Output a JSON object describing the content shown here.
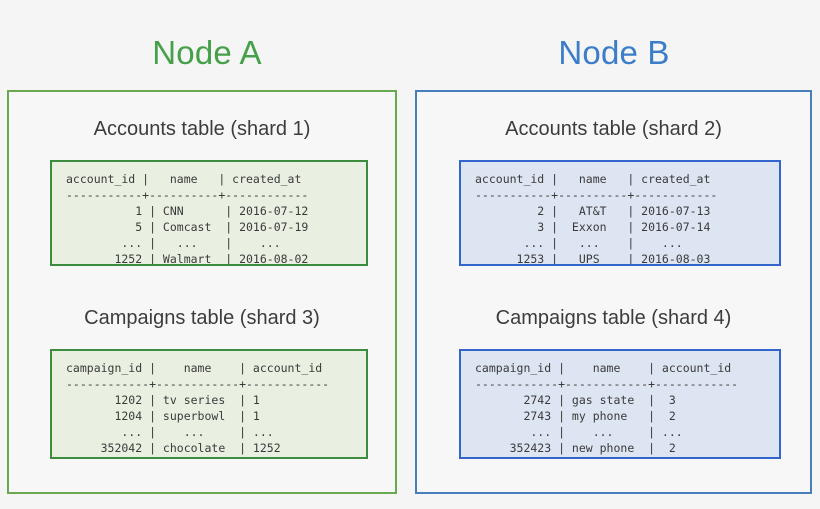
{
  "nodes": [
    {
      "title": "Node A",
      "color": "#45a049",
      "border_color": "#6aa84f",
      "tables": [
        {
          "heading": "Accounts table (shard 1)",
          "box_border": "#3c8c40",
          "box_fill": "#e9f0e1",
          "columns": [
            "account_id",
            "name",
            "created_at"
          ],
          "header_line": "account_id |   name   | created_at",
          "divider_line": "-----------+----------+------------",
          "rows": [
            "          1 | CNN      | 2016-07-12",
            "          5 | Comcast  | 2016-07-19",
            "        ... |   ...    |    ...",
            "       1252 | Walmart  | 2016-08-02"
          ],
          "data": [
            {
              "account_id": "1",
              "name": "CNN",
              "created_at": "2016-07-12"
            },
            {
              "account_id": "5",
              "name": "Comcast",
              "created_at": "2016-07-19"
            },
            {
              "account_id": "...",
              "name": "...",
              "created_at": "..."
            },
            {
              "account_id": "1252",
              "name": "Walmart",
              "created_at": "2016-08-02"
            }
          ]
        },
        {
          "heading": "Campaigns table (shard 3)",
          "box_border": "#3c8c40",
          "box_fill": "#e9f0e1",
          "columns": [
            "campaign_id",
            "name",
            "account_id"
          ],
          "header_line": "campaign_id |    name    | account_id",
          "divider_line": "------------+------------+------------",
          "rows": [
            "       1202 | tv series  | 1",
            "       1204 | superbowl  | 1",
            "        ... |    ...     | ...",
            "     352042 | chocolate  | 1252"
          ],
          "data": [
            {
              "campaign_id": "1202",
              "name": "tv series",
              "account_id": "1"
            },
            {
              "campaign_id": "1204",
              "name": "superbowl",
              "account_id": "1"
            },
            {
              "campaign_id": "...",
              "name": "...",
              "account_id": "..."
            },
            {
              "campaign_id": "352042",
              "name": "chocolate",
              "account_id": "1252"
            }
          ]
        }
      ]
    },
    {
      "title": "Node B",
      "color": "#3b7dc9",
      "border_color": "#4a7ebb",
      "tables": [
        {
          "heading": "Accounts table (shard 2)",
          "box_border": "#3366cc",
          "box_fill": "#dde5f2",
          "columns": [
            "account_id",
            "name",
            "created_at"
          ],
          "header_line": "account_id |   name   | created_at",
          "divider_line": "-----------+----------+------------",
          "rows": [
            "         2 |   AT&T   | 2016-07-13",
            "         3 |  Exxon   | 2016-07-14",
            "       ... |   ...    |    ...",
            "      1253 |   UPS    | 2016-08-03"
          ],
          "data": [
            {
              "account_id": "2",
              "name": "AT&T",
              "created_at": "2016-07-13"
            },
            {
              "account_id": "3",
              "name": "Exxon",
              "created_at": "2016-07-14"
            },
            {
              "account_id": "...",
              "name": "...",
              "created_at": "..."
            },
            {
              "account_id": "1253",
              "name": "UPS",
              "created_at": "2016-08-03"
            }
          ]
        },
        {
          "heading": "Campaigns table (shard 4)",
          "box_border": "#3366cc",
          "box_fill": "#dde5f2",
          "columns": [
            "campaign_id",
            "name",
            "account_id"
          ],
          "header_line": "campaign_id |    name    | account_id",
          "divider_line": "------------+------------+------------",
          "rows": [
            "       2742 | gas state  |  3",
            "       2743 | my phone   |  2",
            "        ... |    ...     | ...",
            "     352423 | new phone  |  2"
          ],
          "data": [
            {
              "campaign_id": "2742",
              "name": "gas state",
              "account_id": "3"
            },
            {
              "campaign_id": "2743",
              "name": "my phone",
              "account_id": "2"
            },
            {
              "campaign_id": "...",
              "name": "...",
              "account_id": "..."
            },
            {
              "campaign_id": "352423",
              "name": "new phone",
              "account_id": "2"
            }
          ]
        }
      ]
    }
  ],
  "page": {
    "background": "#f4f5f4"
  }
}
